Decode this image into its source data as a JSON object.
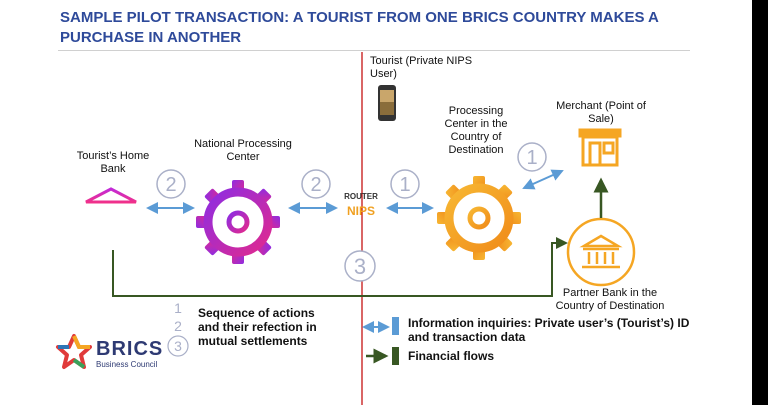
{
  "title": "SAMPLE PILOT TRANSACTION: A TOURIST FROM ONE BRICS COUNTRY MAKES A PURCHASE IN ANOTHER",
  "nodes": {
    "home_bank": "Tourist’s Home Bank",
    "national_center": "National Processing Center",
    "router_label": "ROUTER",
    "router_name": "NIPS",
    "tourist": "Tourist (Private NIPS User)",
    "processing_center": "Processing Center in the Country of Destination",
    "merchant": "Merchant (Point of Sale)",
    "partner_bank": "Partner Bank in the Country of Destination"
  },
  "step_numbers": {
    "home_to_national": "2",
    "national_to_router": "2",
    "router_to_processing": "1",
    "processing_to_merchant": "1",
    "settlement": "3"
  },
  "legend": {
    "steps": [
      "1",
      "2",
      "3"
    ],
    "steps_text": "Sequence of actions and their refection in mutual settlements",
    "info_text": "Information inquiries: Private user’s (Tourist’s) ID and transaction data",
    "financial_text": "Financial flows"
  },
  "logo": {
    "name": "BRICS",
    "subtitle": "Business Council"
  },
  "colors": {
    "title": "#2e4a9a",
    "info_arrow": "#5b9bd5",
    "financial_arrow": "#385723",
    "orange": "#f5a623",
    "purple": "#8e2de2",
    "pink": "#e0298f",
    "divider": "#c00000",
    "circle": "#aab0c8"
  }
}
